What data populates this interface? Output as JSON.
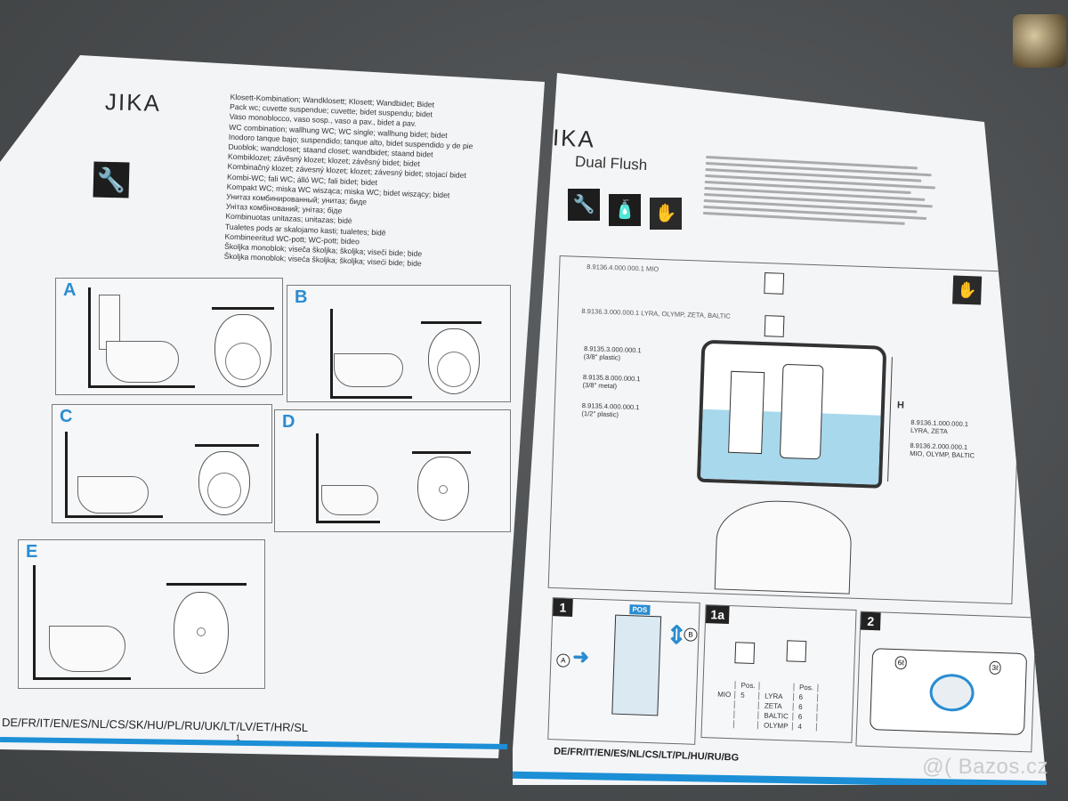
{
  "left_sheet": {
    "logo": "JIKA",
    "product_names": [
      "Klosett-Kombination; Wandklosett; Klosett; Wandbidet; Bidet",
      "Pack wc; cuvette suspendue; cuvette; bidet suspendu; bidet",
      "Vaso monoblocco, vaso sosp., vaso a pav., bidet a pav.",
      "WC combination; wallhung WC; WC single; wallhung bidet; bidet",
      "Inodoro tanque bajo; suspendido; tanque alto, bidet suspendido y de pie",
      "Duoblok; wandcloset; staand closet; wandbidet; staand bidet",
      "Kombiklozet; závěsný klozet; klozet; závěsný bidet; bidet",
      "Kombinačný klozet; závesný klozet; klozet; závesný bidet; stojací bidet",
      "Kombi-WC; fali WC; álló WC; fali bidet; bidet",
      "Kompakt WC; miska WC wisząca; miska WC; bidet wiszący; bidet",
      "Унитаз комбинированный; унитаз; биде",
      "Унітаз комбінований; унітаз; біде",
      "Kombinuotas unitazas; unitazas; bidė",
      "Tualetes pods ar skalojamo kasti; tualetes; bidē",
      "Kombineeritud WC-pott; WC-pott; bideo",
      "Školjka monoblok; viseča školjka; školjka; viseči bide; bide",
      "Školjka monoblok; viseća školjka; školjka; viseći bide; bide"
    ],
    "panels": [
      "A",
      "B",
      "C",
      "D",
      "E"
    ],
    "languages": "DE/FR/IT/EN/ES/NL/CS/SK/HU/PL/RU/UK/LT/LV/ET/HR/SL",
    "page_number": "1"
  },
  "right_sheet": {
    "logo": "JIKA",
    "subtitle": "Dual Flush",
    "parts": [
      {
        "code": "8.9136.4.000.000.1",
        "name": "MIO"
      },
      {
        "code": "8.9136.3.000.000.1",
        "name": "LYRA, OLYMP, ZETA, BALTIC"
      },
      {
        "code": "8.9135.3.000.000.1",
        "name": "(3/8\" plastic)"
      },
      {
        "code": "8.9135.8.000.000.1",
        "name": "(3/8\" metal)"
      },
      {
        "code": "8.9135.4.000.000.1",
        "name": "(1/2\" plastic)"
      },
      {
        "code": "8.9136.1.000.000.1",
        "name": "LYRA, ZETA"
      },
      {
        "code": "8.9136.2.000.000.1",
        "name": "MIO, OLYMP, BALTIC"
      }
    ],
    "dimension_label": "H",
    "steps": {
      "step1": "1",
      "step1a": "1a",
      "step2": "2",
      "pos_tag": "POS",
      "circle_a": "A",
      "circle_b": "B",
      "pos_header": "Pos.",
      "left_model": "MIO",
      "left_pos": "5",
      "models": [
        {
          "name": "LYRA",
          "pos": "6"
        },
        {
          "name": "ZETA",
          "pos": "6"
        },
        {
          "name": "BALTIC",
          "pos": "6"
        },
        {
          "name": "OLYMP",
          "pos": "4"
        }
      ],
      "button_left": "6",
      "button_right": "3",
      "litre_mark": "ℓ"
    },
    "languages": "DE/FR/IT/EN/ES/NL/CS/LT/PL/HU/RU/BG"
  },
  "watermark": "@( Bazos.cz",
  "colors": {
    "accent_blue": "#2a8cd1",
    "water": "#a8d8ec",
    "edge_blue": "#1c8fd6"
  }
}
